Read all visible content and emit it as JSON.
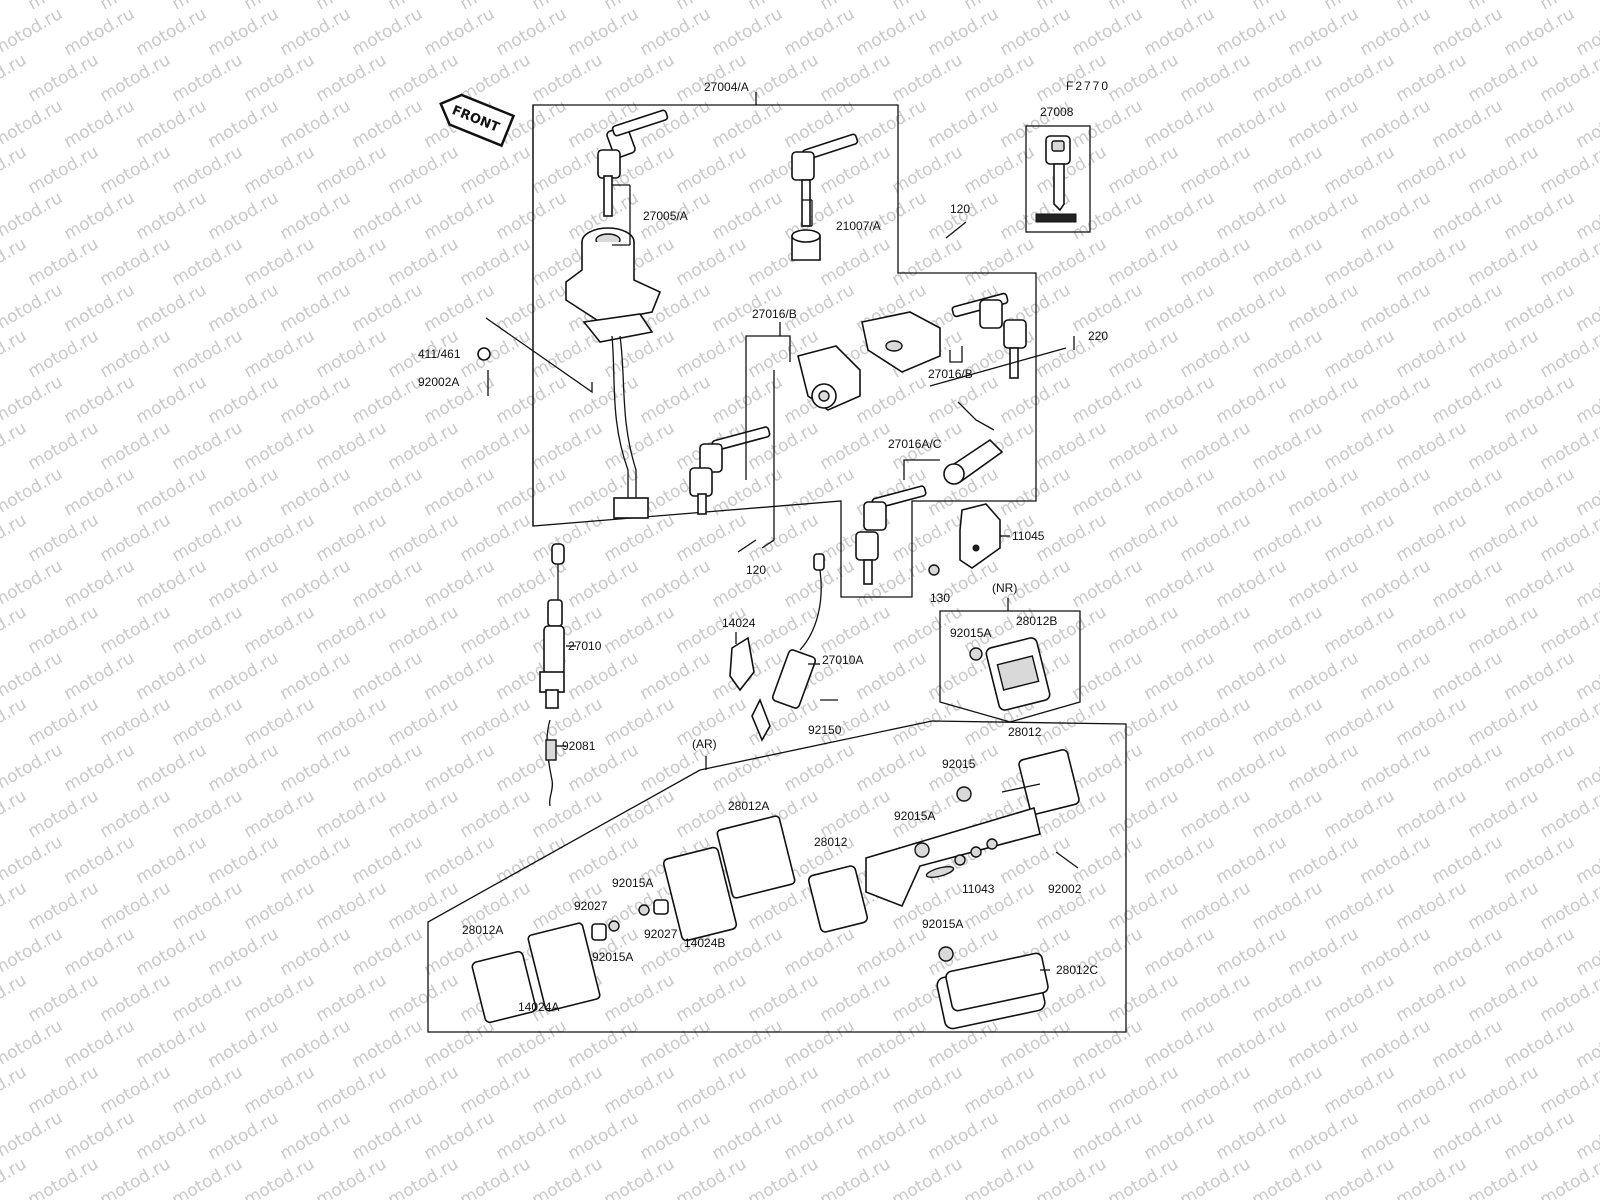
{
  "diagram_code": "F2770",
  "front_label": "FRONT",
  "watermark": "motod.ru",
  "labels": {
    "p27004A": "27004/A",
    "p27005A": "27005/A",
    "p21007A": "21007/A",
    "p27008": "27008",
    "p120_top": "120",
    "p220": "220",
    "p27016B_left": "27016/B",
    "p27016B_right": "27016/B",
    "p27016AC": "27016A/C",
    "p411": "411/461",
    "p92002A": "92002A",
    "p11045": "11045",
    "p120_bottom": "120",
    "p130": "130",
    "nr_group": "(NR)",
    "p92015A_nr": "92015A",
    "p28012B": "28012B",
    "p27010": "27010",
    "p14024": "14024",
    "p27010A": "27010A",
    "p92150": "92150",
    "p92081": "92081",
    "ar_group": "(AR)",
    "p28012_top": "28012",
    "p92015": "92015",
    "p92015A_mid": "92015A",
    "p28012_mid": "28012",
    "p11043": "11043",
    "p92002": "92002",
    "p28012A_top": "28012A",
    "p92015A_left": "92015A",
    "p92027_a": "92027",
    "p92027_b": "92027",
    "p14024B": "14024B",
    "p28012A_bottom": "28012A",
    "p92015A_low": "92015A",
    "p14024A": "14024A",
    "p92015A_right": "92015A",
    "p28012C": "28012C"
  }
}
